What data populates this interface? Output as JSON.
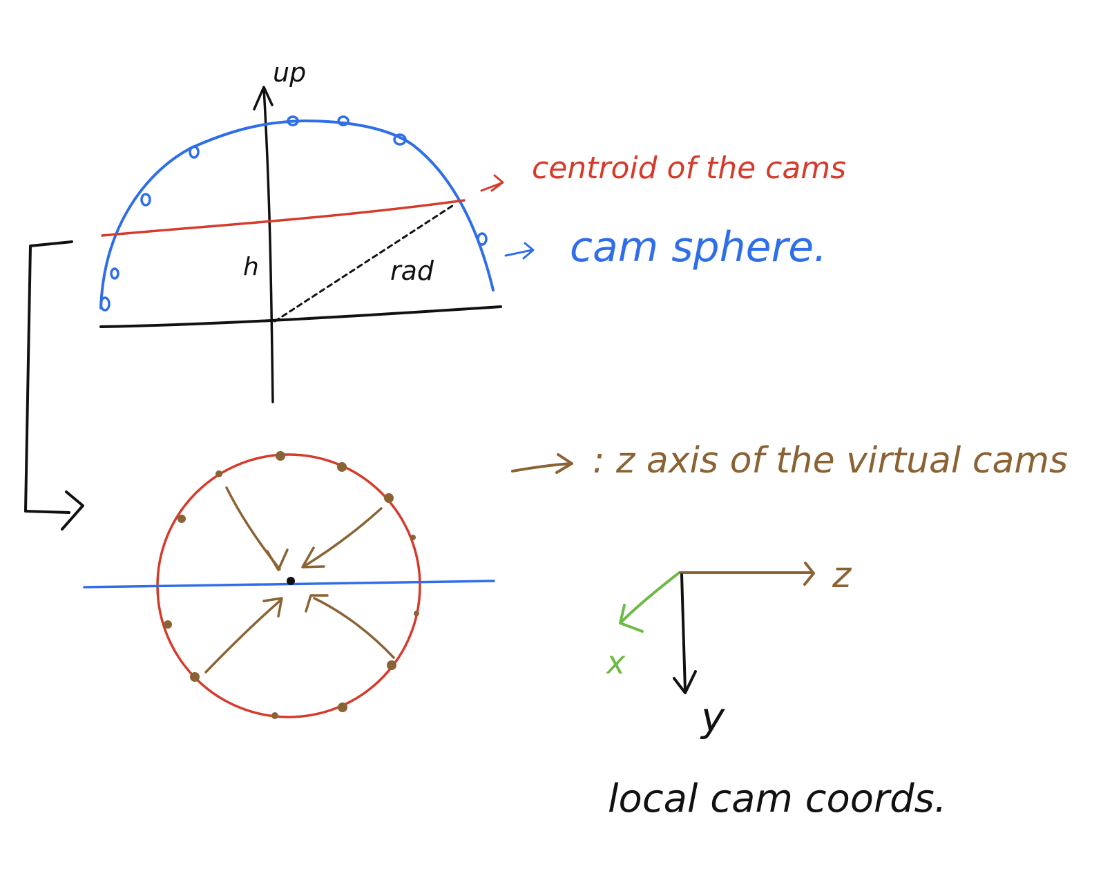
{
  "labels": {
    "up": "up",
    "h": "h",
    "rad": "rad",
    "centroid": "centroid of the cams",
    "cam_sphere": "cam sphere.",
    "z_axis_legend": ": z axis of the virtual cams",
    "z": "z",
    "x": "x",
    "y": "y",
    "local_coords": "local cam coords."
  },
  "colors": {
    "black": "#111111",
    "blue": "#2f6ee8",
    "red": "#d63a2a",
    "brown": "#8a6233",
    "green": "#6cba45"
  }
}
